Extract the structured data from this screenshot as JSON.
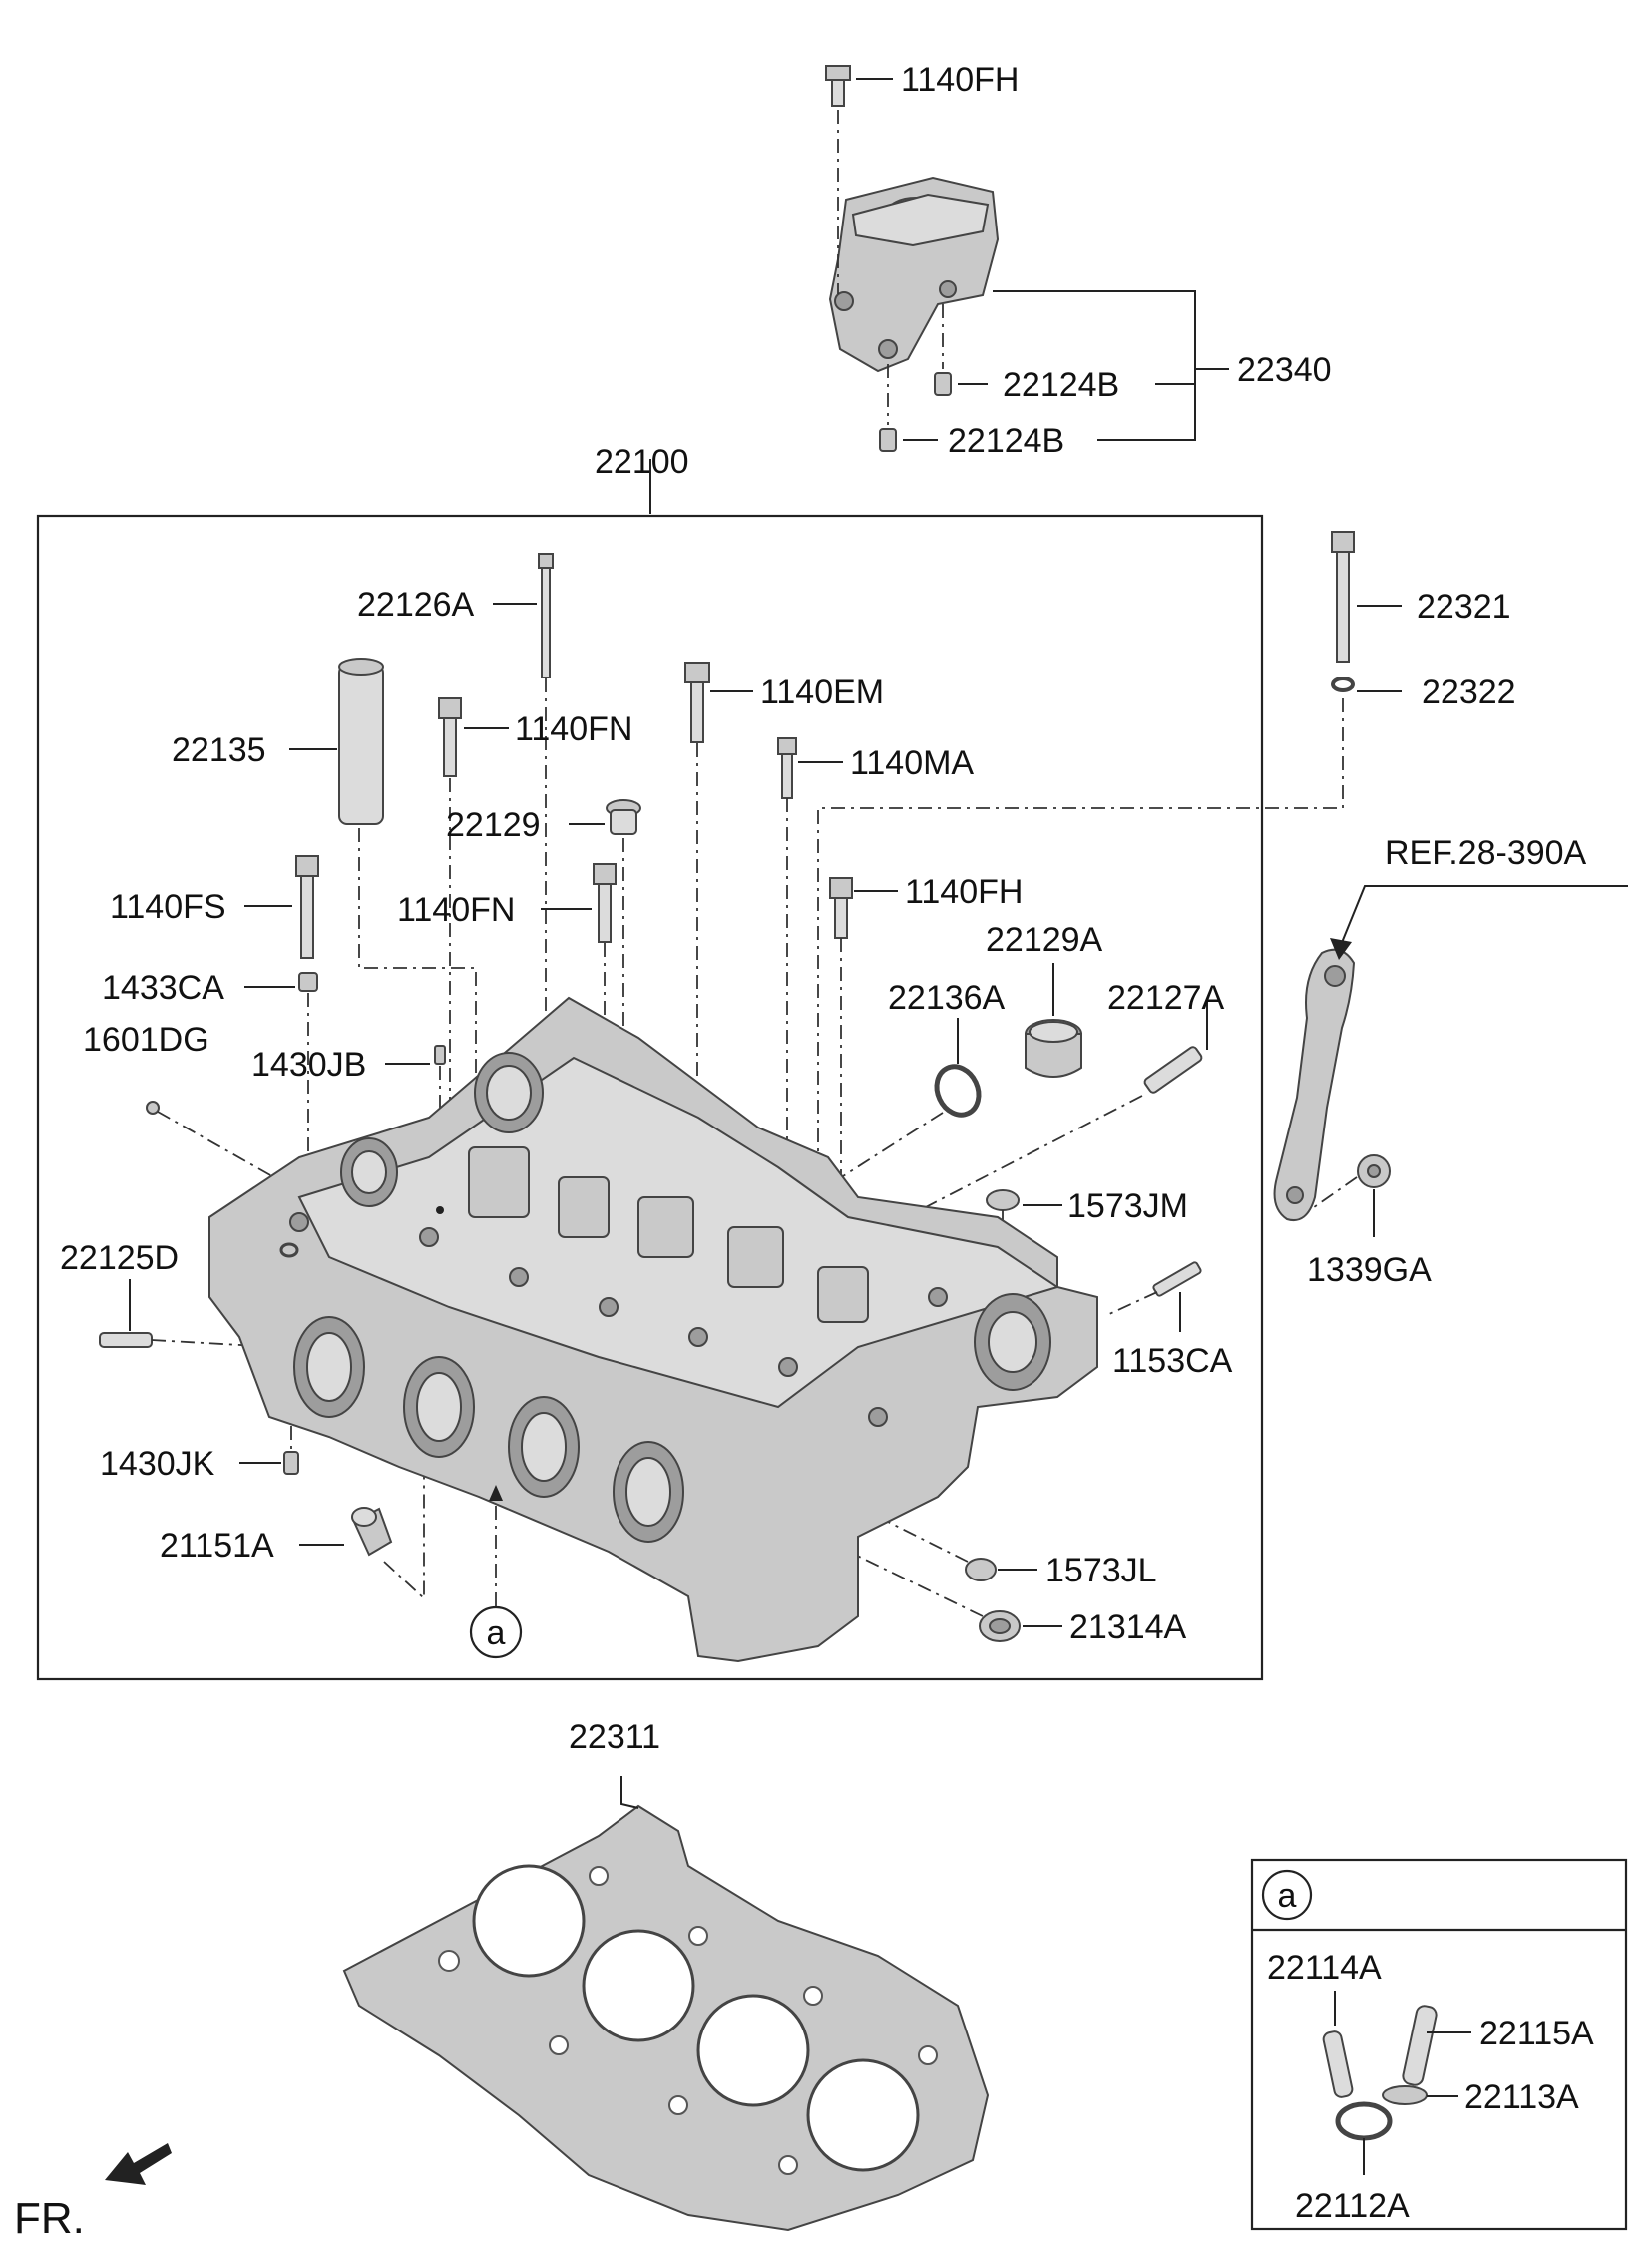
{
  "callout_letter": "a",
  "front_label": "FR.",
  "labels": {
    "p1140FH_top": "1140FH",
    "p22340": "22340",
    "p22124B_1": "22124B",
    "p22124B_2": "22124B",
    "p22100": "22100",
    "p22126A": "22126A",
    "p22135": "22135",
    "p1140FN_1": "1140FN",
    "p1140EM": "1140EM",
    "p1140MA": "1140MA",
    "p22129": "22129",
    "p1140FS": "1140FS",
    "p1140FN_2": "1140FN",
    "p1140FH_mid": "1140FH",
    "p1433CA": "1433CA",
    "p22129A": "22129A",
    "p22136A": "22136A",
    "p22127A": "22127A",
    "p1601DG": "1601DG",
    "p1430JB": "1430JB",
    "p1573JM": "1573JM",
    "p22125D": "22125D",
    "p1339GA": "1339GA",
    "p1153CA": "1153CA",
    "p1430JK": "1430JK",
    "p21151A": "21151A",
    "p1573JL": "1573JL",
    "p21314A": "21314A",
    "p22321": "22321",
    "p22322": "22322",
    "pREF": "REF.28-390A",
    "p22311": "22311",
    "p22114A": "22114A",
    "p22115A": "22115A",
    "p22113A": "22113A",
    "p22112A": "22112A"
  },
  "colors": {
    "part_fill": "#c9c9c9",
    "part_light": "#dcdcdc",
    "part_dark": "#9d9d9d",
    "line": "#222222"
  }
}
